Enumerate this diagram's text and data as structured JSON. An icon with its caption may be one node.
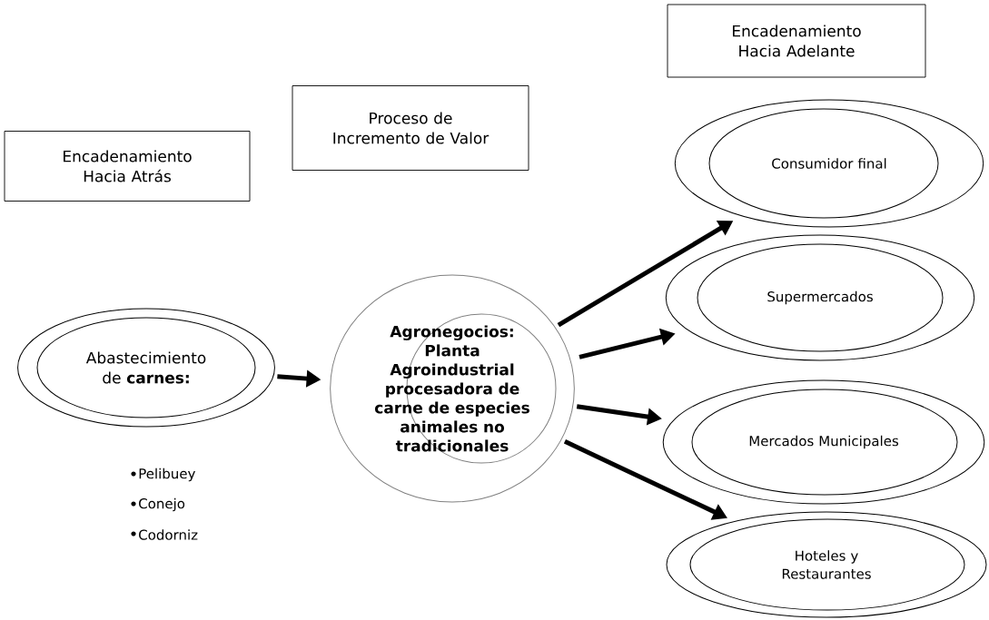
{
  "diagram": {
    "nodes": [
      {
        "text": [
          "Encadenamiento Hacia Atrás"
        ]
      },
      {
        "text": [
          "Proceso de Incremento de Valor"
        ]
      },
      {
        "text": [
          "Encadenamiento Hacia Adelante"
        ]
      },
      {
        "text": [
          "Abastecimiento de **carnes:**"
        ],
        "beside": [
          "Pelibuey",
          "Conejo",
          "Codorniz"
        ]
      },
      {
        "text": [
          "Agronegocios: Planta Agroindustrial procesadora de carne de especies animales no tradicionales"
        ]
      },
      {
        "text": [
          "Consumidor final"
        ]
      },
      {
        "text": [
          "Supermercados"
        ]
      },
      {
        "text": [
          "Mercados Municipales"
        ]
      },
      {
        "text": [
          "Hoteles y Restaurantes"
        ]
      }
    ],
    "edges": [
      {
        "from": 3,
        "to": 4,
        "arrow": "to"
      },
      {
        "from": 4,
        "to": 5,
        "arrow": "to"
      },
      {
        "from": 4,
        "to": 6,
        "arrow": "to"
      },
      {
        "from": 4,
        "to": 7,
        "arrow": "to"
      },
      {
        "from": 4,
        "to": 8,
        "arrow": "to"
      }
    ]
  }
}
